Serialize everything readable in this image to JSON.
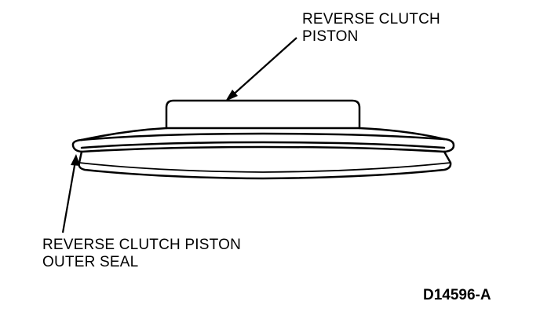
{
  "callouts": {
    "piston": {
      "line1": "REVERSE CLUTCH",
      "line2": "PISTON"
    },
    "outer_seal": {
      "line1": "REVERSE CLUTCH PISTON",
      "line2": "OUTER SEAL"
    }
  },
  "figure_id": "D14596-A",
  "colors": {
    "ink": "#000000",
    "paper": "#ffffff"
  }
}
